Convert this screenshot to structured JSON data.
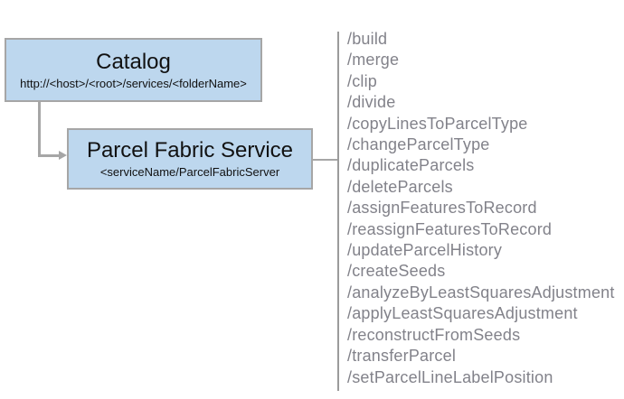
{
  "catalog": {
    "title": "Catalog",
    "subtitle": "http://<host>/<root>/services/<folderName>"
  },
  "service": {
    "title": "Parcel Fabric Service",
    "subtitle": "<serviceName/ParcelFabricServer"
  },
  "operations": [
    "/build",
    "/merge",
    "/clip",
    "/divide",
    "/copyLinesToParcelType",
    "/changeParcelType",
    "/duplicateParcels",
    "/deleteParcels",
    "/assignFeaturesToRecord",
    "/reassignFeaturesToRecord",
    "/updateParcelHistory",
    "/createSeeds",
    "/analyzeByLeastSquaresAdjustment",
    "/applyLeastSquaresAdjustment",
    "/reconstructFromSeeds",
    "/transferParcel",
    "/setParcelLineLabelPosition"
  ],
  "colors": {
    "box_fill": "#BDD7EE",
    "box_border": "#A6A6A6",
    "connector": "#A6A6A6",
    "divider": "#9B9B9B",
    "operation_text": "#82828A",
    "title_text": "#111111"
  }
}
